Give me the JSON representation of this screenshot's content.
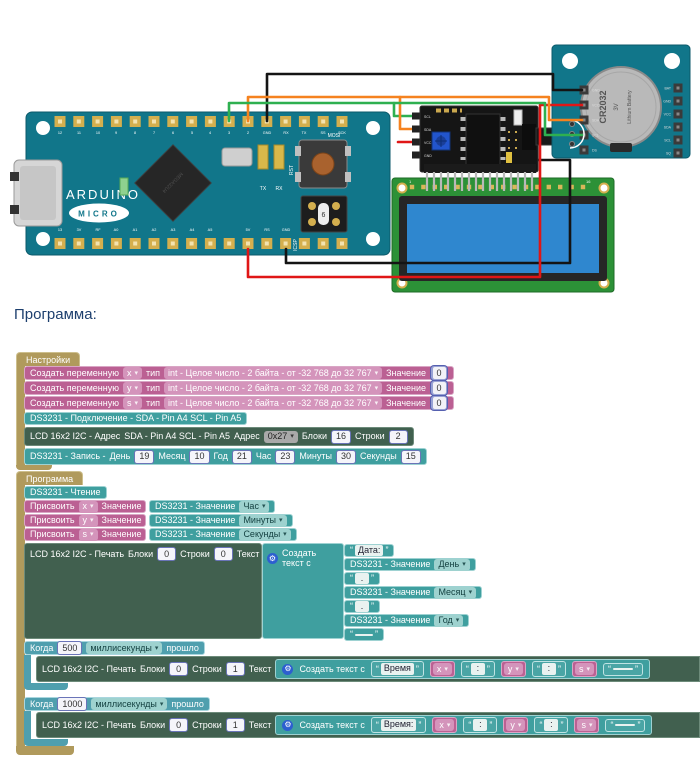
{
  "page": {
    "program_heading": "Программа:"
  },
  "icons": {
    "mutator_gear": "⚙"
  },
  "colors": {
    "board_teal": "#11768a",
    "pcb_green": "#2c9137",
    "screen_blue": "#2f87cf",
    "wire_power": "#e01616",
    "wire_ground": "#141414",
    "wire_sda": "#f5821f",
    "wire_scl": "#2eb050",
    "block_pink": "#bb6093",
    "block_teal": "#3f9f9f",
    "block_dark_green": "#41604f",
    "block_tan": "#b09a5c",
    "block_cyan": "#4f9fae",
    "shadow_border": "#5560b0"
  },
  "circuit": {
    "arduino": {
      "brand": "ARDUINO",
      "model": "MICRO",
      "chip_label": "MEGA32U4",
      "mosi_label": "MOSI",
      "rst_label": "RST",
      "icsp_label": "ICSP",
      "icsp_num": "6",
      "tx_label": "TX",
      "rx_label": "RX",
      "top_pins": [
        "12",
        "11",
        "10",
        "9",
        "8",
        "7",
        "6",
        "5",
        "4",
        "3",
        "2",
        "GND",
        "RX",
        "TX",
        "SS",
        "SCK"
      ],
      "bottom_pins": [
        "13",
        "3V",
        "RF",
        "A0",
        "A1",
        "A2",
        "A3",
        "A4",
        "A5",
        "",
        "5V",
        "RS",
        "GND",
        "VI",
        "NI",
        ""
      ]
    },
    "i2c_backpack": {
      "pin_labels": [
        "SCL",
        "SDA",
        "VCC",
        "GND"
      ]
    },
    "lcd": {
      "pin_first": "1",
      "pin_last": "16"
    },
    "rtc": {
      "battery_model": "CR2032",
      "battery_voltage": "3V",
      "battery_type": "Lithium Battery",
      "left_pins": [
        "GND",
        "VCC",
        "SDA",
        "SCL",
        "DS"
      ],
      "right_pins": [
        "BAT",
        "GND",
        "VCC",
        "SDA",
        "SCL",
        "SQ"
      ]
    }
  },
  "blocks": {
    "settings": {
      "header": "Настройки",
      "create_var_label": "Создать переменную",
      "type_label": "тип",
      "type_value": "int - Целое число - 2 байта - от -32 768 до 32 767",
      "value_label": "Значение",
      "variables": [
        {
          "name": "x",
          "value": "0"
        },
        {
          "name": "y",
          "value": "0"
        },
        {
          "name": "s",
          "value": "0"
        }
      ],
      "ds3231_connect": "DS3231 - Подключение - SDA - Pin A4 SCL - Pin A5",
      "lcd_address": {
        "title": "LCD 16x2 I2C - Адрес",
        "pins": "SDA - Pin A4 SCL - Pin A5",
        "addr_label": "Адрес",
        "addr_value": "0x27",
        "cols_label": "Блоки",
        "cols_value": "16",
        "rows_label": "Строки",
        "rows_value": "2"
      },
      "ds3231_write": {
        "title": "DS3231 - Запись -",
        "fields": [
          {
            "label": "День",
            "value": "19"
          },
          {
            "label": "Месяц",
            "value": "10"
          },
          {
            "label": "Год",
            "value": "21"
          },
          {
            "label": "Час",
            "value": "23"
          },
          {
            "label": "Минуты",
            "value": "30"
          },
          {
            "label": "Секунды",
            "value": "15"
          }
        ]
      }
    },
    "program": {
      "header": "Программа",
      "ds3231_read": "DS3231 - Чтение",
      "assign_label": "Присвоить",
      "value_label": "Значение",
      "rtc_value_label": "DS3231 - Значение",
      "assigns": [
        {
          "var": "x",
          "field": "Час"
        },
        {
          "var": "y",
          "field": "Минуты"
        },
        {
          "var": "s",
          "field": "Секунды"
        }
      ],
      "lcd_print_label": "LCD 16x2 I2C - Печать",
      "cols_label": "Блоки",
      "rows_label": "Строки",
      "text_label": "Текст",
      "create_text_label": "Создать текст с",
      "date_print": {
        "cols": "0",
        "rows": "0",
        "items": [
          {
            "kind": "text",
            "text": "Дата:"
          },
          {
            "kind": "rtc",
            "field": "День"
          },
          {
            "kind": "text",
            "text": "."
          },
          {
            "kind": "rtc",
            "field": "Месяц"
          },
          {
            "kind": "text",
            "text": "."
          },
          {
            "kind": "rtc",
            "field": "Год"
          },
          {
            "kind": "text",
            "text": " "
          }
        ]
      },
      "timers": [
        {
          "when_label": "Когда",
          "interval": "500",
          "unit": "миллисекунды",
          "passed_label": "прошло",
          "cols": "0",
          "rows": "1",
          "items": [
            {
              "kind": "text",
              "text": "Время"
            },
            {
              "kind": "var",
              "name": "x"
            },
            {
              "kind": "text",
              "text": ":"
            },
            {
              "kind": "var",
              "name": "y"
            },
            {
              "kind": "text",
              "text": ":"
            },
            {
              "kind": "var",
              "name": "s"
            },
            {
              "kind": "text",
              "text": " "
            }
          ]
        },
        {
          "when_label": "Когда",
          "interval": "1000",
          "unit": "миллисекунды",
          "passed_label": "прошло",
          "cols": "0",
          "rows": "1",
          "items": [
            {
              "kind": "text",
              "text": "Время:"
            },
            {
              "kind": "var",
              "name": "x"
            },
            {
              "kind": "text",
              "text": ":"
            },
            {
              "kind": "var",
              "name": "y"
            },
            {
              "kind": "text",
              "text": ":"
            },
            {
              "kind": "var",
              "name": "s"
            },
            {
              "kind": "text",
              "text": " "
            }
          ]
        }
      ]
    }
  }
}
